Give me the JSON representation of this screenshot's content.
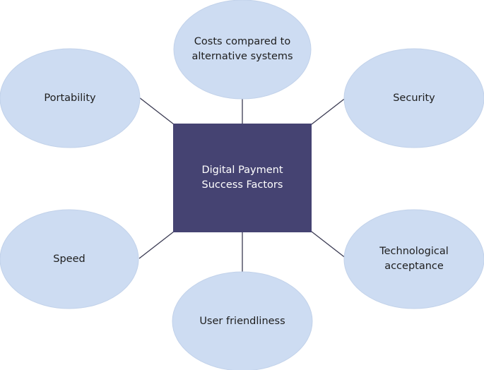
{
  "diagram": {
    "center": {
      "label": "Digital Payment\nSuccess Factors",
      "fill_color": "#454372",
      "text_color": "#ffffff"
    },
    "factors": [
      {
        "label": "Costs compared to\nalternative systems"
      },
      {
        "label": "Portability"
      },
      {
        "label": "Security"
      },
      {
        "label": "Speed"
      },
      {
        "label": "Technological\nacceptance"
      },
      {
        "label": "User friendliness"
      }
    ],
    "node_color": "#cddcf2",
    "connector_color": "#3a3a52"
  }
}
